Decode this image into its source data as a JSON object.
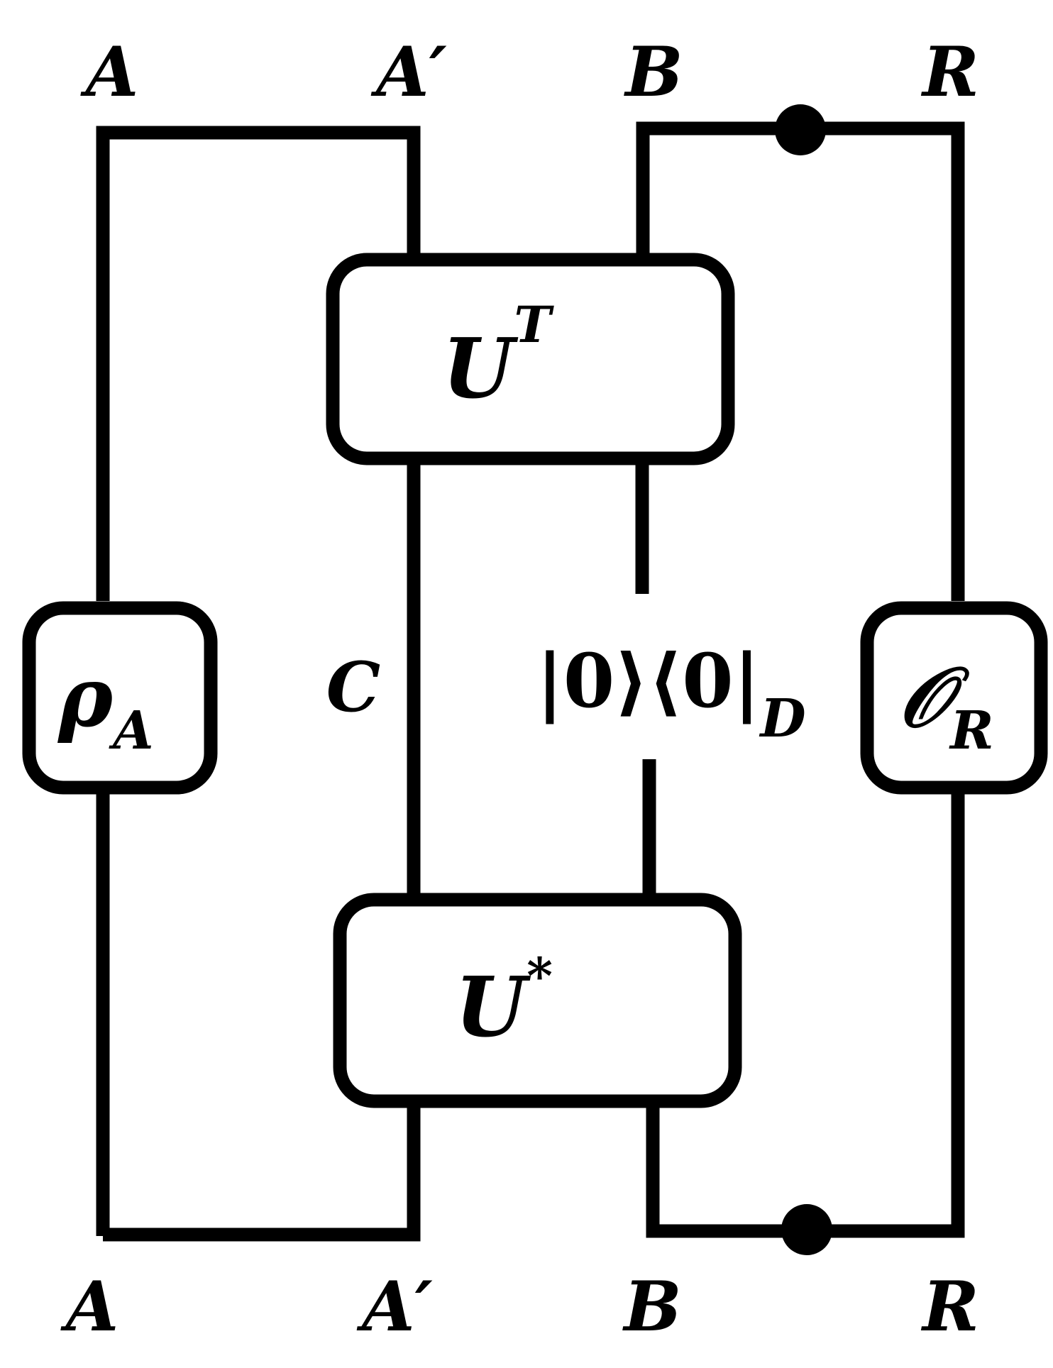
{
  "labels": {
    "top": {
      "a": "A",
      "a_prime": "A′",
      "b": "B",
      "r": "R"
    },
    "bottom": {
      "a": "A",
      "a_prime": "A′",
      "b": "B",
      "r": "R"
    },
    "c": "C"
  },
  "gates": {
    "ut": {
      "base": "U",
      "sup": "T"
    },
    "ustar": {
      "base": "U",
      "sup": "*"
    },
    "rho": {
      "base": "ρ",
      "sub": "A"
    },
    "obs": {
      "base": "𝒪",
      "sub": "R"
    }
  },
  "projector": {
    "text": "|0⟩⟨0|",
    "sub": "D"
  },
  "colors": {
    "stroke": "#000000",
    "background": "#ffffff"
  }
}
